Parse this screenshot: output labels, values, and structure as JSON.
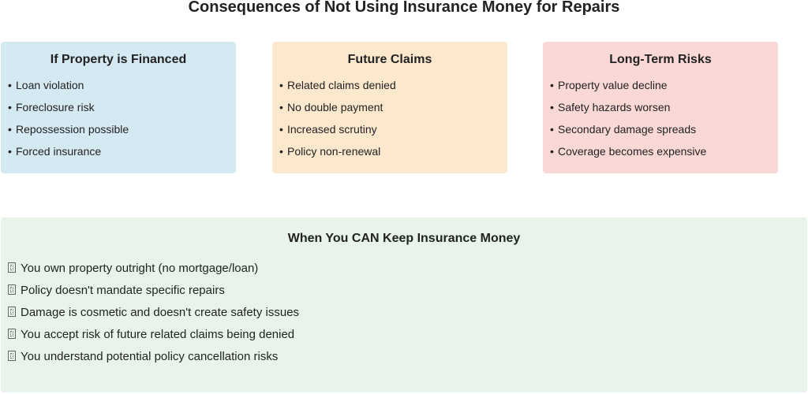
{
  "title": "Consequences of Not Using Insurance Money for Repairs",
  "cards": [
    {
      "heading": "If Property is Financed",
      "color": "#d5e9f2",
      "items": [
        "Loan violation",
        "Foreclosure risk",
        "Repossession possible",
        "Forced insurance"
      ]
    },
    {
      "heading": "Future Claims",
      "color": "#fbe8cd",
      "items": [
        "Related claims denied",
        "No double payment",
        "Increased scrutiny",
        "Policy non-renewal"
      ]
    },
    {
      "heading": "Long-Term Risks",
      "color": "#f9d8d6",
      "items": [
        "Property value decline",
        "Safety hazards worsen",
        "Secondary damage spreads",
        "Coverage becomes expensive"
      ]
    }
  ],
  "keep": {
    "heading": "When You CAN Keep Insurance Money",
    "color": "#e8f4ea",
    "items": [
      "You own property outright (no mortgage/loan)",
      "Policy doesn't mandate specific repairs",
      "Damage is cosmetic and doesn't create safety issues",
      "You accept risk of future related claims being denied",
      "You understand potential policy cancellation risks"
    ]
  },
  "bullet_symbol": "•"
}
